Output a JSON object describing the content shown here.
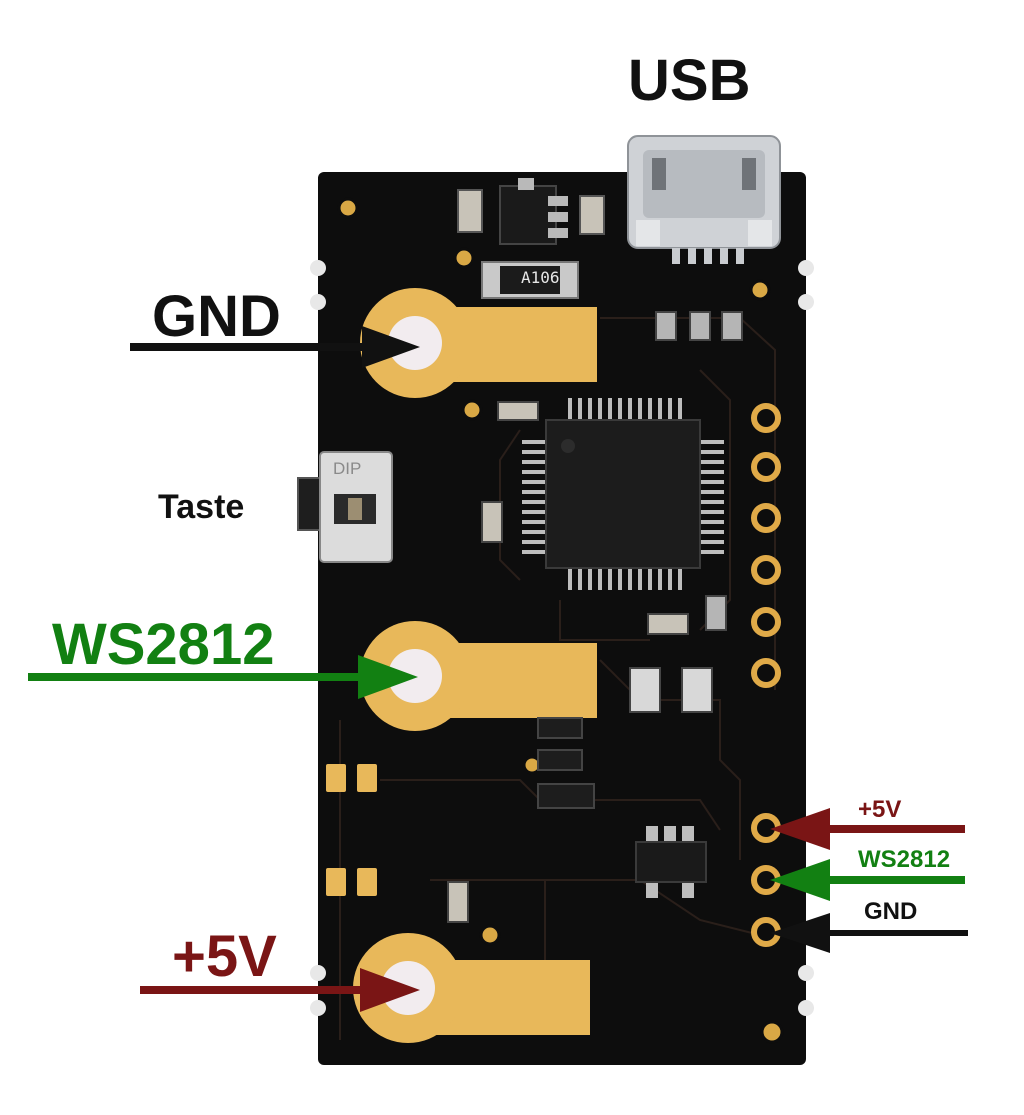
{
  "labels": {
    "usb": "USB",
    "gnd_big": "GND",
    "taste": "Taste",
    "ws2812_big": "WS2812",
    "plus5v_big": "+5V",
    "plus5v_small": "+5V",
    "ws2812_small": "WS2812",
    "gnd_small": "GND"
  },
  "markings": {
    "ferrite": "A106",
    "switch": "DIP"
  },
  "colors": {
    "black": "#111111",
    "green": "#128012",
    "darkred": "#7a1515",
    "pcb": "#0d0d0d",
    "copper": "#e8b85a",
    "pad_center": "#f2ecef"
  }
}
